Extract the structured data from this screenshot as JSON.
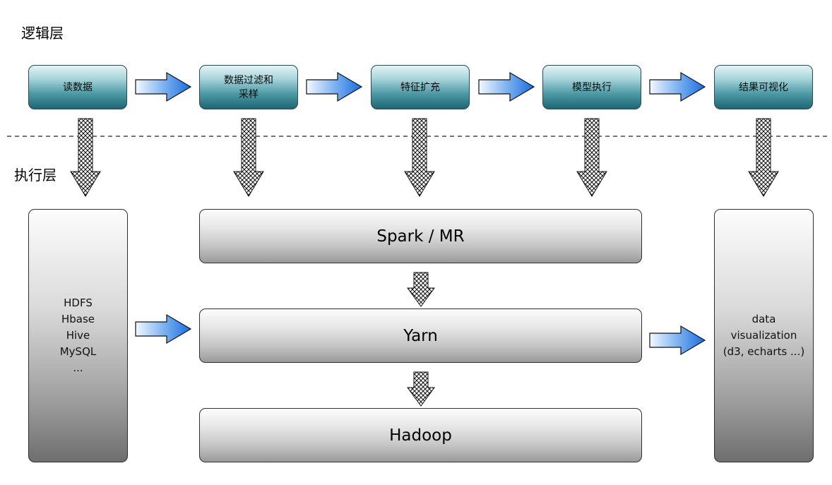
{
  "labels": {
    "logic_layer": "逻辑层",
    "exec_layer": "执行层"
  },
  "logic_steps": [
    {
      "label": "读数据"
    },
    {
      "label": "数据过滤和\n采样"
    },
    {
      "label": "特征扩充"
    },
    {
      "label": "模型执行"
    },
    {
      "label": "结果可视化"
    }
  ],
  "storage": {
    "text": "HDFS\nHbase\nHive\nMySQL\n..."
  },
  "compute": {
    "spark": "Spark / MR",
    "yarn": "Yarn",
    "hadoop": "Hadoop"
  },
  "visualization": {
    "text": "data\nvisualization\n(d3, echarts ...)"
  },
  "colors": {
    "logic_box_top": "#e3f4f6",
    "logic_box_bottom": "#1d6572",
    "arrow_blue_light": "#f2f8ff",
    "arrow_blue_dark": "#1a6de0",
    "exec_box_gray": "#9f9f9f"
  }
}
